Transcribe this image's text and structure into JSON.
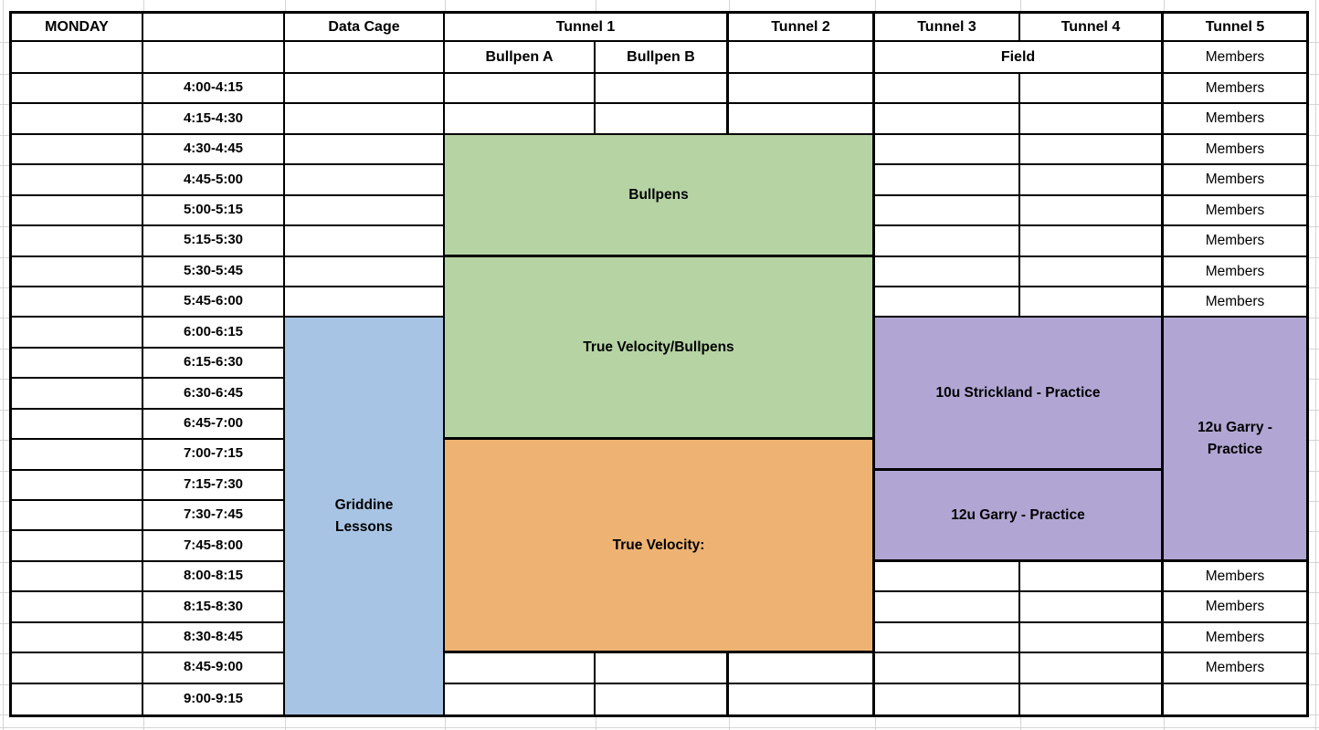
{
  "header": {
    "day": "MONDAY",
    "data_cage": "Data Cage",
    "tunnel1": "Tunnel 1",
    "tunnel2": "Tunnel 2",
    "tunnel3": "Tunnel 3",
    "tunnel4": "Tunnel 4",
    "tunnel5": "Tunnel 5"
  },
  "subheader": {
    "bullpen_a": "Bullpen A",
    "bullpen_b": "Bullpen B",
    "field": "Field"
  },
  "members_label": "Members",
  "time_slots": [
    "4:00-4:15",
    "4:15-4:30",
    "4:30-4:45",
    "4:45-5:00",
    "5:00-5:15",
    "5:15-5:30",
    "5:30-5:45",
    "5:45-6:00",
    "6:00-6:15",
    "6:15-6:30",
    "6:30-6:45",
    "6:45-7:00",
    "7:00-7:15",
    "7:15-7:30",
    "7:30-7:45",
    "7:45-8:00",
    "8:00-8:15",
    "8:15-8:30",
    "8:30-8:45",
    "8:45-9:00",
    "9:00-9:15"
  ],
  "blocks": {
    "griddine": {
      "label": "Griddine\nLessons",
      "location": "Data Cage",
      "time_range": "6:00-9:15",
      "color": "#a7c4e4"
    },
    "bullpens": {
      "label": "Bullpens",
      "location": "Bullpen A/Bullpen B/Tunnel 2",
      "time_range": "4:30-5:30",
      "color": "#b5d3a3"
    },
    "true_velocity_bullpens": {
      "label": "True Velocity/Bullpens",
      "location": "Bullpen A/Bullpen B/Tunnel 2",
      "time_range": "5:30-7:00",
      "color": "#b5d3a3"
    },
    "true_velocity": {
      "label": "True Velocity:",
      "location": "Bullpen A/Bullpen B/Tunnel 2",
      "time_range": "7:00-8:45",
      "color": "#eeb273"
    },
    "strickland_practice": {
      "label": "10u Strickland - Practice",
      "location": "Field (Tunnel 3-4)",
      "time_range": "6:00-7:15",
      "color": "#b1a6d3"
    },
    "garry_practice_field": {
      "label": "12u Garry - Practice",
      "location": "Field (Tunnel 3-4)",
      "time_range": "7:15-8:00",
      "color": "#b1a6d3"
    },
    "garry_practice_t5": {
      "label": "12u Garry -\nPractice",
      "location": "Tunnel 5",
      "time_range": "6:00-8:00",
      "color": "#b1a6d3"
    }
  }
}
